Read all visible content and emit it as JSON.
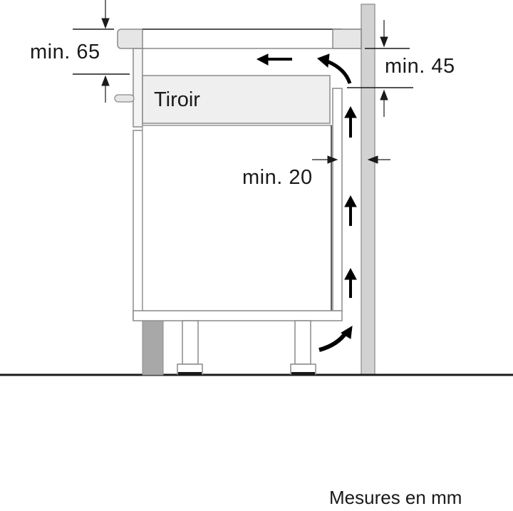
{
  "diagram": {
    "type": "installation-ventilation-clearance",
    "components": {
      "drawer_label": "Tiroir",
      "cooktop": "cooktop",
      "cabinet": "base cabinet",
      "wall": "wall"
    },
    "dimensions": {
      "top_clearance": "min. 65",
      "rear_top_gap": "min. 45",
      "rear_gap": "min. 20"
    },
    "footer": {
      "units_note": "Mesures en mm"
    },
    "airflow": {
      "arrows": [
        "up",
        "up",
        "up",
        "curve-up-into-back",
        "curve-top-left",
        "left"
      ]
    },
    "colors": {
      "line": "#1a1a1a",
      "outline": "#8a8a8a",
      "panel_fill": "#efefef",
      "wall_fill": "#d2d2d2",
      "plinth_fill": "#a8a8a8"
    }
  }
}
